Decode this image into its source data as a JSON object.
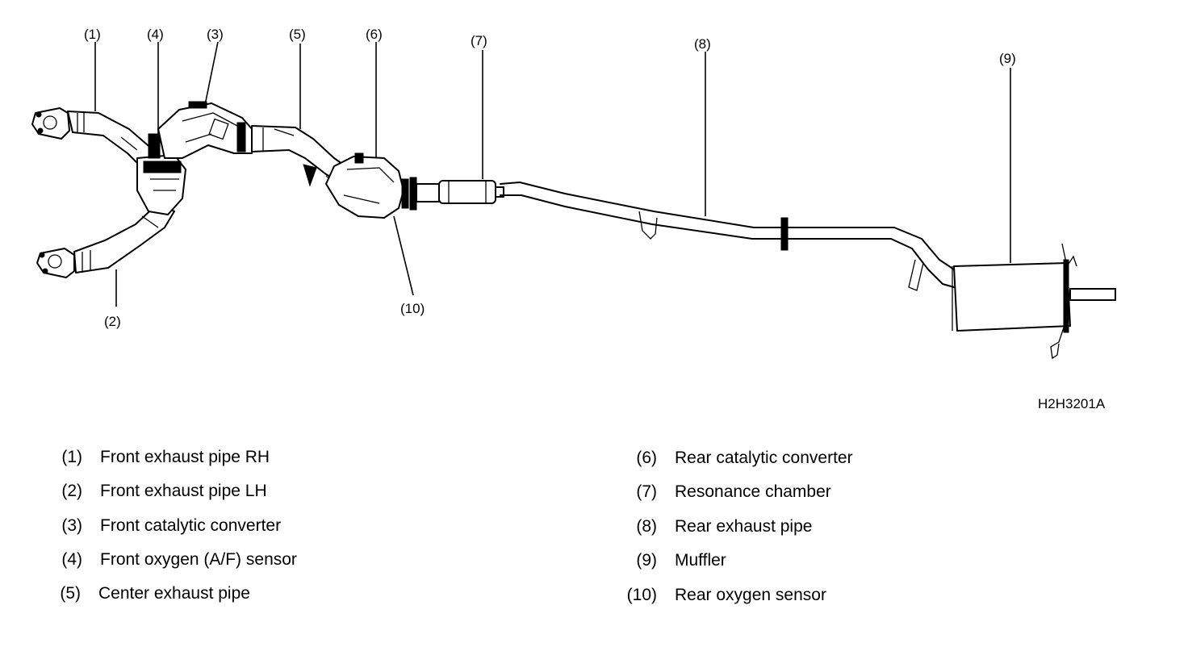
{
  "figure_id": "H2H3201A",
  "callouts": [
    "(1)",
    "(2)",
    "(3)",
    "(4)",
    "(5)",
    "(6)",
    "(7)",
    "(8)",
    "(9)",
    "(10)"
  ],
  "legend": [
    {
      "num": "(1)",
      "label": "Front exhaust pipe RH"
    },
    {
      "num": "(2)",
      "label": "Front exhaust pipe LH"
    },
    {
      "num": "(3)",
      "label": "Front catalytic converter"
    },
    {
      "num": "(4)",
      "label": "Front oxygen (A/F) sensor"
    },
    {
      "num": "(5)",
      "label": "Center exhaust pipe"
    },
    {
      "num": "(6)",
      "label": "Rear catalytic converter"
    },
    {
      "num": "(7)",
      "label": "Resonance chamber"
    },
    {
      "num": "(8)",
      "label": "Rear exhaust pipe"
    },
    {
      "num": "(9)",
      "label": "Muffler"
    },
    {
      "num": "(10)",
      "label": "Rear oxygen sensor"
    }
  ]
}
